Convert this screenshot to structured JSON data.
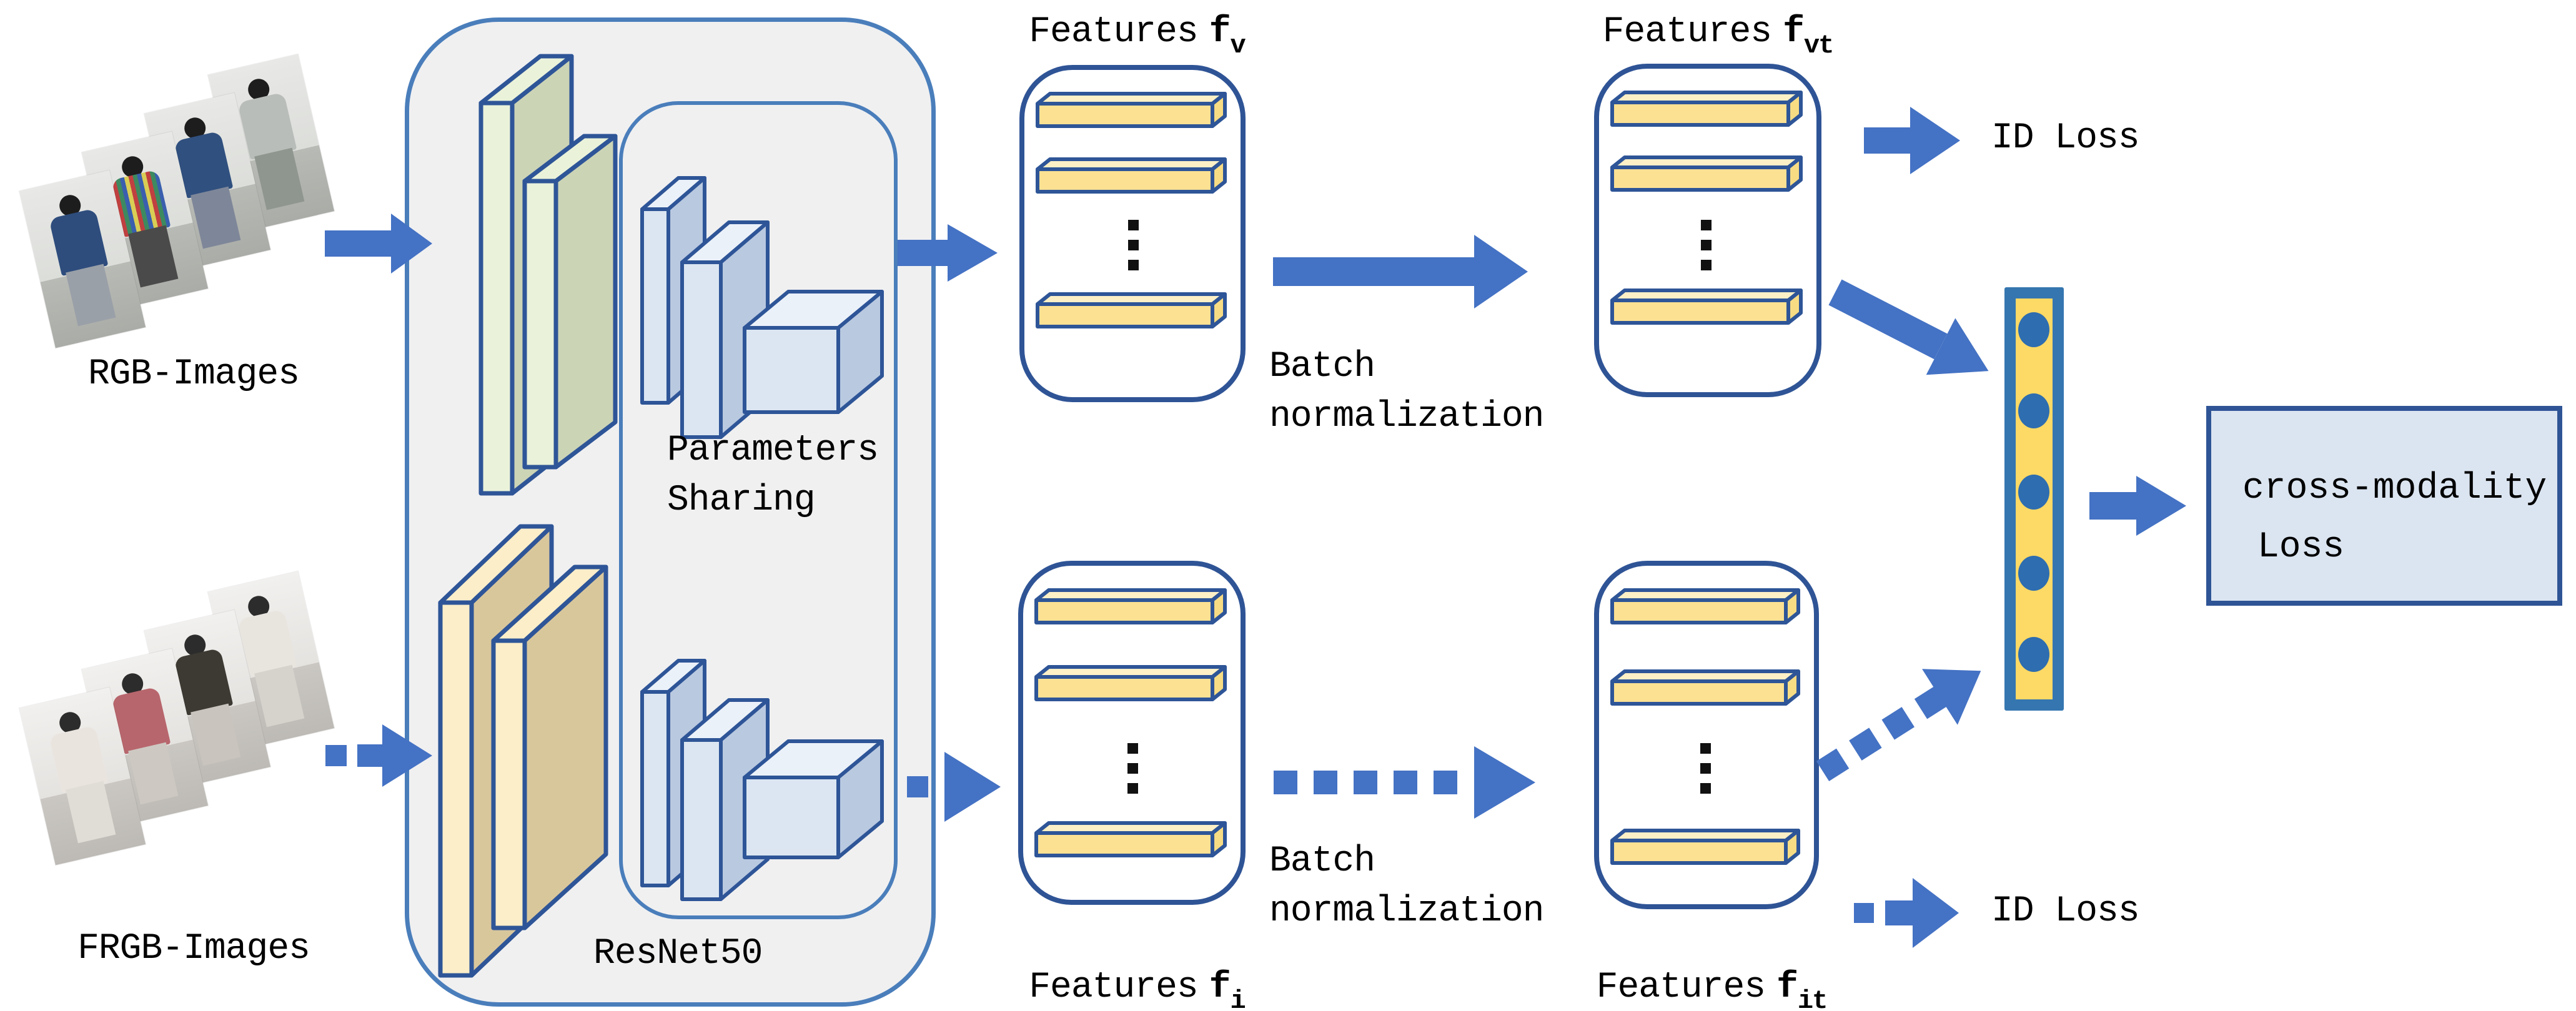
{
  "labels": {
    "rgb_images": "RGB-Images",
    "frgb_images": "FRGB-Images",
    "resnet": "ResNet50",
    "parameters_line1": "Parameters",
    "parameters_line2": "Sharing",
    "batch_line1": "Batch",
    "batch_line2": "normalization",
    "features_prefix": "Features",
    "f_symbol": "f",
    "sub_v": "v",
    "sub_vt": "vt",
    "sub_i": "i",
    "sub_it": "it",
    "id_loss": "ID Loss",
    "cross_modality_line1": "cross-modality",
    "cross_modality_line2": "Loss"
  },
  "colors": {
    "arrow_blue": "#4472c4",
    "container_border_blue": "#4a7ebb",
    "box_border_navy": "#2f5496",
    "shape_outline_navy": "#2e5597",
    "feature_bar_yellow": "#fce193",
    "feature_bar_top": "#fdf0c6",
    "feature_bar_side": "#f7dc84",
    "slab_green": "#ccd4b6",
    "slab_green_light": "#eaf2da",
    "slab_tan": "#d9c79c",
    "slab_tan_light": "#fbeec9",
    "block_front": "#dbe6f2",
    "block_top": "#ebf1f9",
    "block_side": "#b9c9e0",
    "vector_frame": "#3576b0",
    "vector_fill": "#fdd965",
    "vector_dot": "#2e6daf",
    "loss_box_fill": "#dbe5f1",
    "resnet_fill": "#f0f0f1",
    "ellipsis_black": "#111111"
  }
}
